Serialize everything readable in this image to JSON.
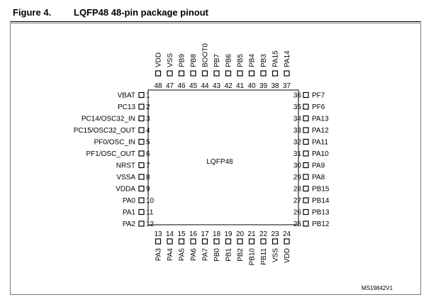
{
  "figure": {
    "number": "Figure 4.",
    "title": "LQFP48 48-pin package pinout",
    "ref_code": "MS19842V1"
  },
  "package": {
    "label": "LQFP48"
  },
  "pins": {
    "left": [
      {
        "num": "1",
        "name": "VBAT"
      },
      {
        "num": "2",
        "name": "PC13"
      },
      {
        "num": "3",
        "name": "PC14/OSC32_IN"
      },
      {
        "num": "4",
        "name": "PC15/OSC32_OUT"
      },
      {
        "num": "5",
        "name": "PF0/OSC_IN"
      },
      {
        "num": "6",
        "name": "PF1/OSC_OUT"
      },
      {
        "num": "7",
        "name": "NRST"
      },
      {
        "num": "8",
        "name": "VSSA"
      },
      {
        "num": "9",
        "name": "VDDA"
      },
      {
        "num": "10",
        "name": "PA0"
      },
      {
        "num": "11",
        "name": "PA1"
      },
      {
        "num": "12",
        "name": "PA2"
      }
    ],
    "bottom": [
      {
        "num": "13",
        "name": "PA3"
      },
      {
        "num": "14",
        "name": "PA4"
      },
      {
        "num": "15",
        "name": "PA5"
      },
      {
        "num": "16",
        "name": "PA6"
      },
      {
        "num": "17",
        "name": "PA7"
      },
      {
        "num": "18",
        "name": "PB0"
      },
      {
        "num": "19",
        "name": "PB1"
      },
      {
        "num": "20",
        "name": "PB2"
      },
      {
        "num": "21",
        "name": "PB10"
      },
      {
        "num": "22",
        "name": "PB11"
      },
      {
        "num": "23",
        "name": "VSS"
      },
      {
        "num": "24",
        "name": "VDD"
      }
    ],
    "right": [
      {
        "num": "36",
        "name": "PF7"
      },
      {
        "num": "35",
        "name": "PF6"
      },
      {
        "num": "34",
        "name": "PA13"
      },
      {
        "num": "33",
        "name": "PA12"
      },
      {
        "num": "32",
        "name": "PA11"
      },
      {
        "num": "31",
        "name": "PA10"
      },
      {
        "num": "30",
        "name": "PA9"
      },
      {
        "num": "29",
        "name": "PA8"
      },
      {
        "num": "28",
        "name": "PB15"
      },
      {
        "num": "27",
        "name": "PB14"
      },
      {
        "num": "26",
        "name": "PB13"
      },
      {
        "num": "25",
        "name": "PB12"
      }
    ],
    "top": [
      {
        "num": "48",
        "name": "VDD"
      },
      {
        "num": "47",
        "name": "VSS"
      },
      {
        "num": "46",
        "name": "PB9"
      },
      {
        "num": "45",
        "name": "PB8"
      },
      {
        "num": "44",
        "name": "BOOT0"
      },
      {
        "num": "43",
        "name": "PB7"
      },
      {
        "num": "42",
        "name": "PB6"
      },
      {
        "num": "41",
        "name": "PB5"
      },
      {
        "num": "40",
        "name": "PB4"
      },
      {
        "num": "39",
        "name": "PB3"
      },
      {
        "num": "38",
        "name": "PA15"
      },
      {
        "num": "37",
        "name": "PA14"
      }
    ]
  }
}
